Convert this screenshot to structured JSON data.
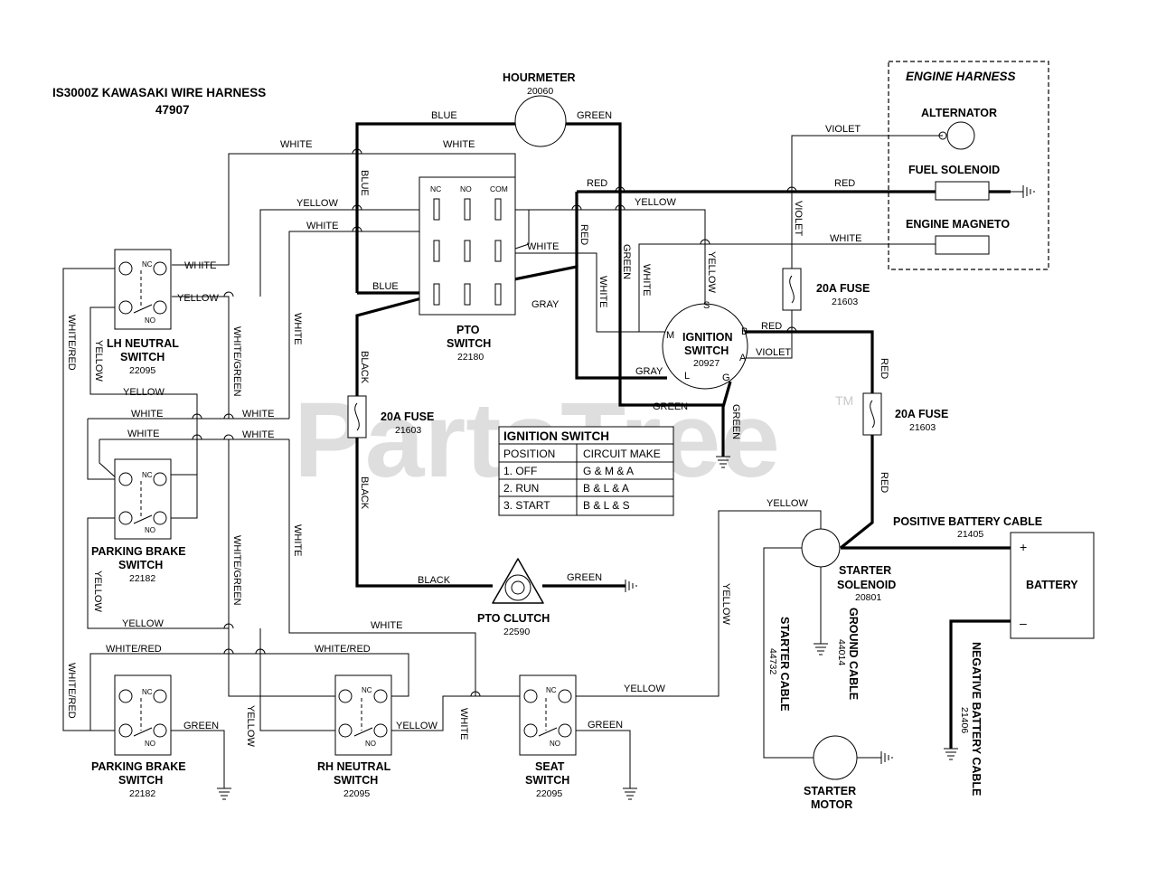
{
  "title": {
    "line1": "IS3000Z KAWASAKI WIRE HARNESS",
    "line2": "47907"
  },
  "watermark": {
    "text": "PartsTree",
    "tm": "TM"
  },
  "engine_harness": {
    "title": "ENGINE HARNESS",
    "alternator": "ALTERNATOR",
    "fuel_solenoid": "FUEL SOLENOID",
    "engine_magneto": "ENGINE MAGNETO"
  },
  "components": {
    "hourmeter": {
      "name": "HOURMETER",
      "part": "20060"
    },
    "pto_switch": {
      "name1": "PTO",
      "name2": "SWITCH",
      "part": "22180",
      "nc": "NC",
      "no": "NO",
      "com": "COM"
    },
    "ignition_switch": {
      "name1": "IGNITION",
      "name2": "SWITCH",
      "part": "20927",
      "m": "M",
      "s": "S",
      "b": "B",
      "a": "A",
      "l": "L",
      "g": "G"
    },
    "fuse_ign": {
      "name": "20A FUSE",
      "part": "21603"
    },
    "fuse_pto": {
      "name": "20A FUSE",
      "part": "21603"
    },
    "fuse_bat": {
      "name": "20A FUSE",
      "part": "21603"
    },
    "lh_neutral": {
      "name1": "LH NEUTRAL",
      "name2": "SWITCH",
      "part": "22095",
      "nc": "NC",
      "no": "NO"
    },
    "parking_brake_1": {
      "name1": "PARKING BRAKE",
      "name2": "SWITCH",
      "part": "22182",
      "nc": "NC",
      "no": "NO"
    },
    "parking_brake_2": {
      "name1": "PARKING BRAKE",
      "name2": "SWITCH",
      "part": "22182",
      "nc": "NC",
      "no": "NO"
    },
    "rh_neutral": {
      "name1": "RH NEUTRAL",
      "name2": "SWITCH",
      "part": "22095",
      "nc": "NC",
      "no": "NO"
    },
    "seat_switch": {
      "name1": "SEAT",
      "name2": "SWITCH",
      "part": "22095",
      "nc": "NC",
      "no": "NO"
    },
    "pto_clutch": {
      "name": "PTO CLUTCH",
      "part": "22590"
    },
    "starter_solenoid": {
      "name1": "STARTER",
      "name2": "SOLENOID",
      "part": "20801"
    },
    "starter_motor": {
      "name1": "STARTER",
      "name2": "MOTOR"
    },
    "battery": {
      "name": "BATTERY",
      "plus": "+",
      "minus": "–"
    },
    "positive_cable": {
      "name": "POSITIVE BATTERY CABLE",
      "part": "21405"
    },
    "negative_cable": {
      "name": "NEGATIVE BATTERY CABLE",
      "part": "21406"
    },
    "ground_cable": {
      "name": "GROUND CABLE",
      "part": "44014"
    },
    "starter_cable": {
      "name": "STARTER CABLE",
      "part": "44732"
    }
  },
  "ignition_table": {
    "title": "IGNITION SWITCH",
    "headers": [
      "POSITION",
      "CIRCUIT MAKE"
    ],
    "rows": [
      [
        "1. OFF",
        "G & M & A"
      ],
      [
        "2. RUN",
        "B & L & A"
      ],
      [
        "3. START",
        "B & L & S"
      ]
    ]
  },
  "wire_labels": {
    "white": "WHITE",
    "blue": "BLUE",
    "green": "GREEN",
    "yellow": "YELLOW",
    "red": "RED",
    "violet": "VIOLET",
    "gray": "GRAY",
    "black": "BLACK",
    "white_red": "WHITE/RED",
    "white_green": "WHITE/GREEN"
  }
}
